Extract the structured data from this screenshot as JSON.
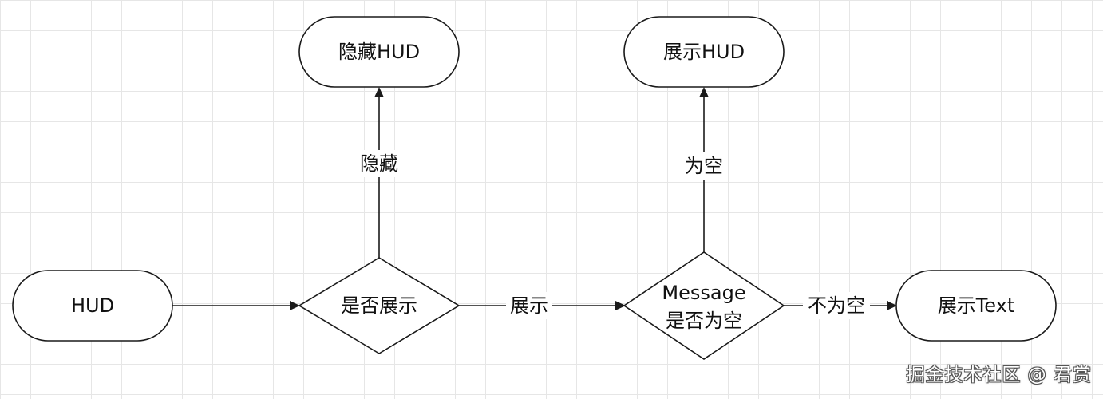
{
  "nodes": {
    "hud": {
      "label": "HUD"
    },
    "hide_hud": {
      "label": "隐藏HUD"
    },
    "is_show": {
      "label": "是否展示"
    },
    "show_hud": {
      "label": "展示HUD"
    },
    "message_empty": {
      "line1": "Message",
      "line2": "是否为空"
    },
    "show_text": {
      "label": "展示Text"
    }
  },
  "edges": {
    "hide": {
      "label": "隐藏"
    },
    "show": {
      "label": "展示"
    },
    "empty": {
      "label": "为空"
    },
    "not_empty": {
      "label": "不为空"
    }
  },
  "watermark": {
    "text": "掘金技术社区 @ 君赏"
  },
  "colors": {
    "stroke": "#1a1a1a",
    "grid": "#e6e6e6",
    "background": "#ffffff"
  }
}
